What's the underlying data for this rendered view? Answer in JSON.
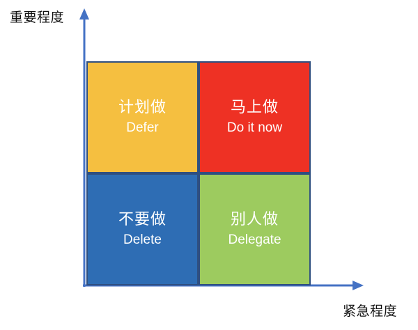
{
  "axes": {
    "y_label": "重要程度",
    "x_label": "紧急程度",
    "color": "#4472c4"
  },
  "quadrants": [
    {
      "zh": "计划做",
      "en": "Defer",
      "color": "#f5bf40"
    },
    {
      "zh": "马上做",
      "en": "Do it now",
      "color": "#ee3124"
    },
    {
      "zh": "不要做",
      "en": "Delete",
      "color": "#2e6db4"
    },
    {
      "zh": "别人做",
      "en": "Delegate",
      "color": "#9dcb5f"
    }
  ]
}
